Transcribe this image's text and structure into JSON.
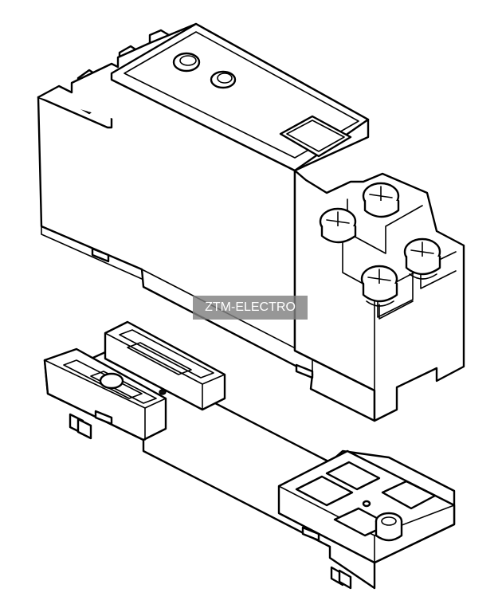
{
  "watermark": {
    "text": "ZTM-ELECTRO",
    "background": "#808080",
    "color": "#ffffff"
  },
  "drawing": {
    "style": "black line-art isometric technical drawing",
    "parts": [
      "relay-housing",
      "screw-terminal-block",
      "din-rail-socket-base"
    ],
    "line_color": "#000000",
    "background": "#ffffff"
  }
}
